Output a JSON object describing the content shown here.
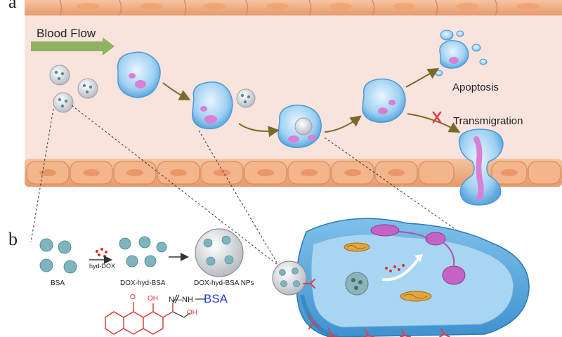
{
  "panel_a": {
    "letter": "a",
    "flow_label": "Blood Flow",
    "outcome_top": "Apoptosis",
    "outcome_bottom": "Transmigration"
  },
  "panel_b": {
    "letter": "b",
    "step1": "BSA",
    "arrow_label": "hyd-DOX",
    "step2": "DOX-hyd-BSA",
    "step3": "DOX-hyd-BSA NPs",
    "struct_nh": "N—NH",
    "struct_bsa": "BSA",
    "struct_o1": "O",
    "struct_oh1": "OH",
    "struct_oh2": "OH"
  },
  "colors": {
    "vessel": "#f8e4dd",
    "endothelial": "#f3b086",
    "flow_arrow": "#8fb35f",
    "cell_blue": "#9fcff0",
    "nucleus": "#d980d6",
    "path_arrow": "#7a6a2a",
    "block_x": "#e33c4a",
    "dox_red": "#d8312c",
    "bsa_blue": "#1f3fd6"
  }
}
